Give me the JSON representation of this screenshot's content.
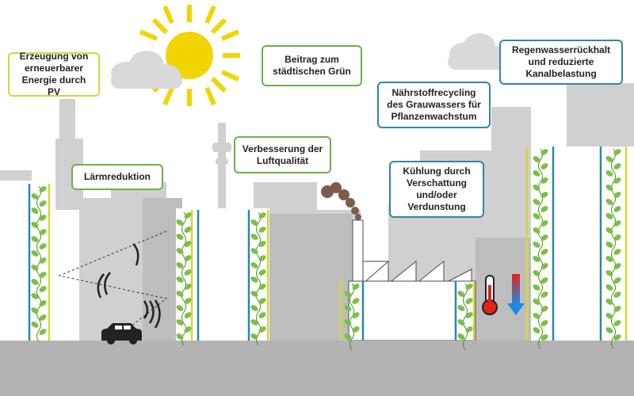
{
  "labels": {
    "pv": "Erzeugung von\nerneuerbarer\nEnergie durch PV",
    "green": "Beitrag zum\nstädtischen Grün",
    "rainwater": "Regenwasserrückhalt\nund reduzierte\nKanalbelastung",
    "nutrient": "Nährstoffrecycling\ndes Grauwassers für\nPflanzenwachstum",
    "air": "Verbesserung der\nLuftqualität",
    "noise": "Lärmreduktion",
    "cooling": "Kühlung durch\nVerschattung\nund/oder\nVerdunstung"
  },
  "icons": [
    "sun-icon",
    "cloud-icon",
    "car-icon",
    "sound-wave-icon",
    "thermometer-icon",
    "cooling-arrow-icon",
    "smoke-icon",
    "leaf-icon"
  ],
  "colors": {
    "sun": "#f2d500",
    "ground": "#b3b3b3",
    "buildings_back": "#cfcfcf",
    "buildings_mid": "#bdbdbd",
    "water_pipe": "#2e86ab",
    "pv_frame": "#d6d63a",
    "leaf": "#7ac143",
    "label_yellow_border": "#d6d63a",
    "label_green_border": "#6ab04c",
    "label_blue_border": "#2e86ab"
  }
}
